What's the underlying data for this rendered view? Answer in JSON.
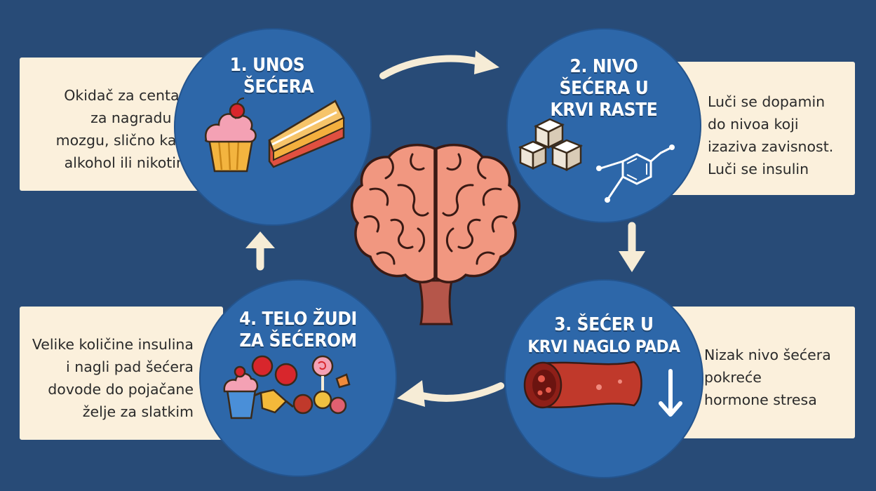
{
  "steps": [
    {
      "title_lines": [
        "1. UNOS",
        "ŠEĆERA"
      ],
      "desc_lines": [
        "Okidač za centar",
        "za nagradu u",
        "mozgu, slično kao",
        "alkohol ili nikotin"
      ]
    },
    {
      "title_lines": [
        "2. NIVO",
        "ŠEĆERA U",
        "KRVI RASTE"
      ],
      "desc_lines": [
        "Luči se dopamin",
        "do nivoa koji",
        "izaziva zavisnost.",
        "Luči se insulin"
      ]
    },
    {
      "title_lines": [
        "3. ŠEĆER U",
        "KRVI NAGLO PADA"
      ],
      "desc_lines": [
        "Nizak nivo šećera",
        "pokreće",
        "hormone stresa"
      ]
    },
    {
      "title_lines": [
        "4. TELO ŽUDI",
        "ZA ŠEĆEROM"
      ],
      "desc_lines": [
        "Velike količine insulina",
        "i nagli pad šećera",
        "dovode do pojačane",
        "želje za slatkim"
      ]
    }
  ],
  "icons": {
    "step1": [
      "cupcake-icon",
      "cake-slice-icon"
    ],
    "step2": [
      "sugar-cubes-icon",
      "dopamine-molecule-icon"
    ],
    "step3": [
      "blood-vessel-icon",
      "down-arrow-icon"
    ],
    "step4": [
      "sweets-icon"
    ],
    "center": "brain-icon"
  },
  "colors": {
    "background": "#284b77",
    "circle": "#2d67a9",
    "card": "#fbf0dc",
    "arrow": "#f6ecd6",
    "brain": "#f19780",
    "blood": "#c0392b"
  }
}
